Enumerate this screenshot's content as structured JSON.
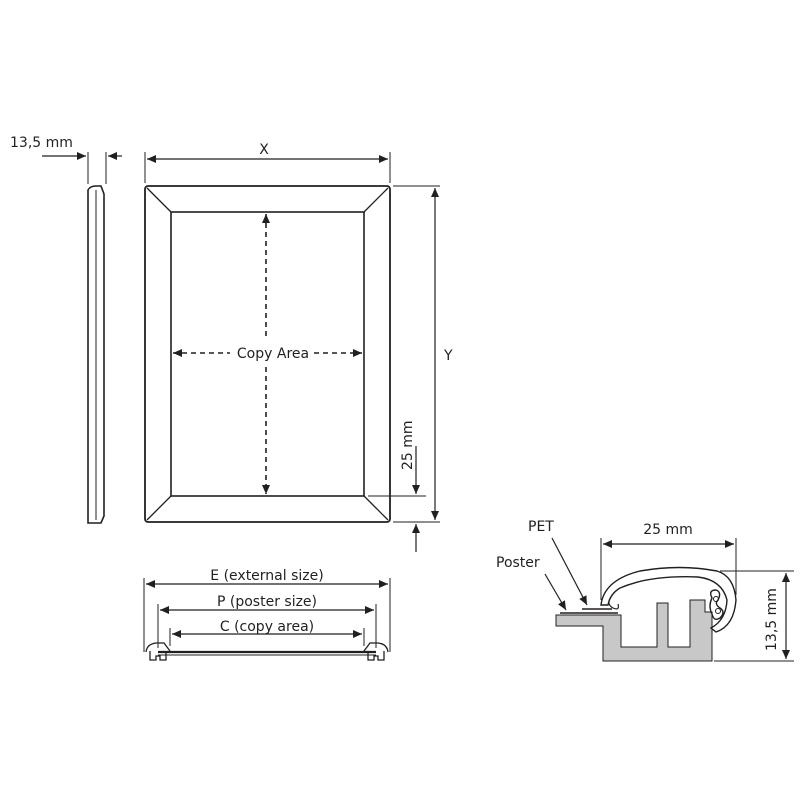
{
  "labels": {
    "frame_depth": "13,5 mm",
    "width": "X",
    "height": "Y",
    "copy_area": "Copy Area",
    "border": "25 mm",
    "external_size": "E (external size)",
    "poster_size": "P (poster size)",
    "copy_area_size": "C (copy area)",
    "pet": "PET",
    "poster": "Poster",
    "profile_width": "25 mm",
    "profile_height": "13,5 mm"
  },
  "colors": {
    "line": "#231f20",
    "profile_fill": "#c8c8c8"
  }
}
